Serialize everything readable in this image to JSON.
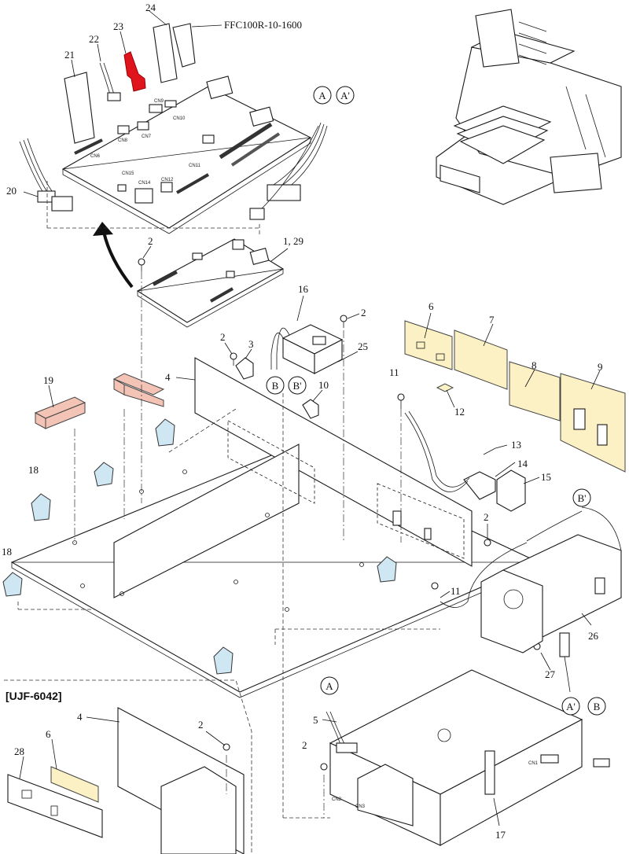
{
  "labels": {
    "p24": "24",
    "p23": "23",
    "ffc": "FFC100R-10-1600",
    "p22": "22",
    "p21": "21",
    "p20": "20",
    "p2a": "2",
    "p1_29": "1, 29",
    "p16": "16",
    "p2b": "2",
    "p2c": "2",
    "p3": "3",
    "p25": "25",
    "p4": "4",
    "p6": "6",
    "p7": "7",
    "p8": "8",
    "p9": "9",
    "p19": "19",
    "p10": "10",
    "p11a": "11",
    "p12": "12",
    "p13": "13",
    "p14": "14",
    "p15": "15",
    "p18a": "18",
    "p18b": "18",
    "p2d": "2",
    "p11b": "11",
    "p26": "26",
    "p27": "27",
    "p5": "5",
    "p2e": "2",
    "p17": "17",
    "p4b": "4",
    "p2f": "2",
    "p6b": "6",
    "p28": "28"
  },
  "circles": {
    "A": "A",
    "Ap": "A'",
    "B": "B",
    "Bp": "B'",
    "A2": "A",
    "Bp2": "B'",
    "Ap2": "A'",
    "B2": "B"
  },
  "connectors": {
    "cn6": "CN6",
    "cn7": "CN7",
    "cn8": "CN8",
    "cn9": "CN9",
    "cn10": "CN10",
    "cn11": "CN11",
    "cn12": "CN12",
    "cn14": "CN14",
    "cn15": "CN15",
    "cn1": "CN1",
    "cn2": "CN2",
    "cn3": "CN3"
  },
  "inset": {
    "title": "[UJF-6042]"
  },
  "colors": {
    "highlight_red": "#e0141c",
    "pink": "#f3c4b6",
    "yellow": "#fbf1c4",
    "blue": "#cfe6f3"
  }
}
